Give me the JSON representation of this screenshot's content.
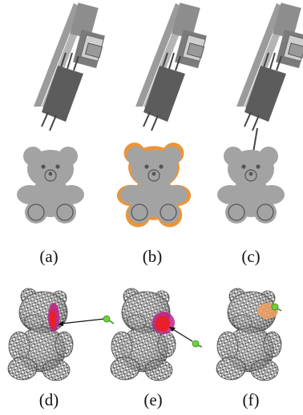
{
  "figure": {
    "captions": [
      "(a)",
      "(b)",
      "(c)",
      "(d)",
      "(e)",
      "(f)"
    ],
    "colors": {
      "robot_light": "#9b9b9b",
      "robot_dark": "#5c5c5c",
      "bear_fill": "#a3a3a3",
      "bear_outline_orange": "#e9953a",
      "mesh": "#3a3a3a",
      "contact_red": "#e8202a",
      "contact_magenta": "#c0208a",
      "contact_orange": "#f0a060",
      "marker_green": "#6ed23a"
    }
  }
}
